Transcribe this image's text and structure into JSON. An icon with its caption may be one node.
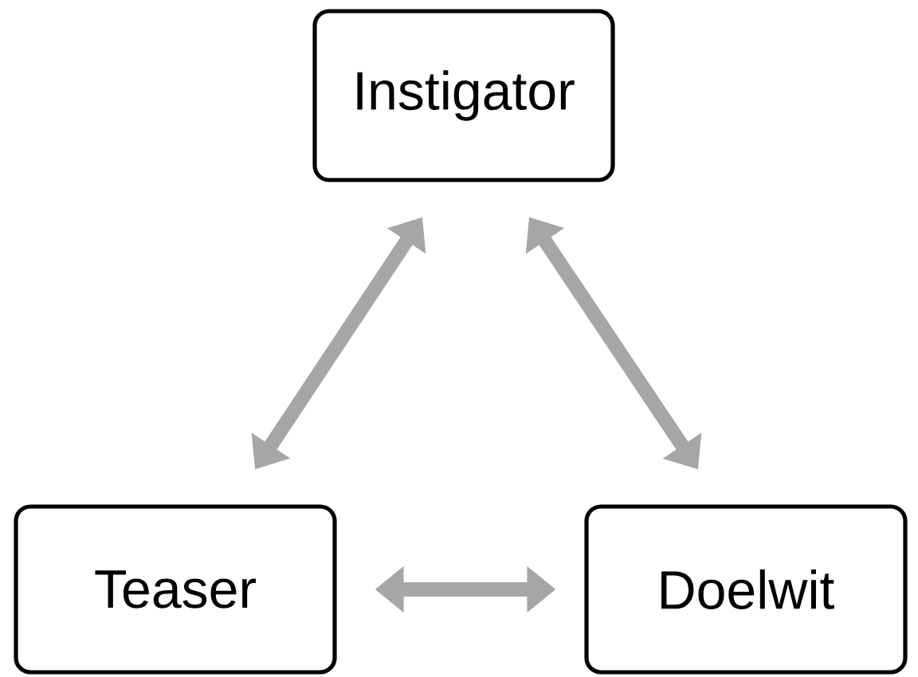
{
  "diagram": {
    "nodes": [
      {
        "text": [
          "Instigator"
        ]
      },
      {
        "text": [
          "Teaser"
        ]
      },
      {
        "text": [
          "Doelwit"
        ]
      }
    ],
    "edges": [
      {
        "from": 1,
        "to": 0,
        "arrow": "both"
      },
      {
        "from": 0,
        "to": 2,
        "arrow": "both"
      },
      {
        "from": 1,
        "to": 2,
        "arrow": "both"
      }
    ]
  }
}
